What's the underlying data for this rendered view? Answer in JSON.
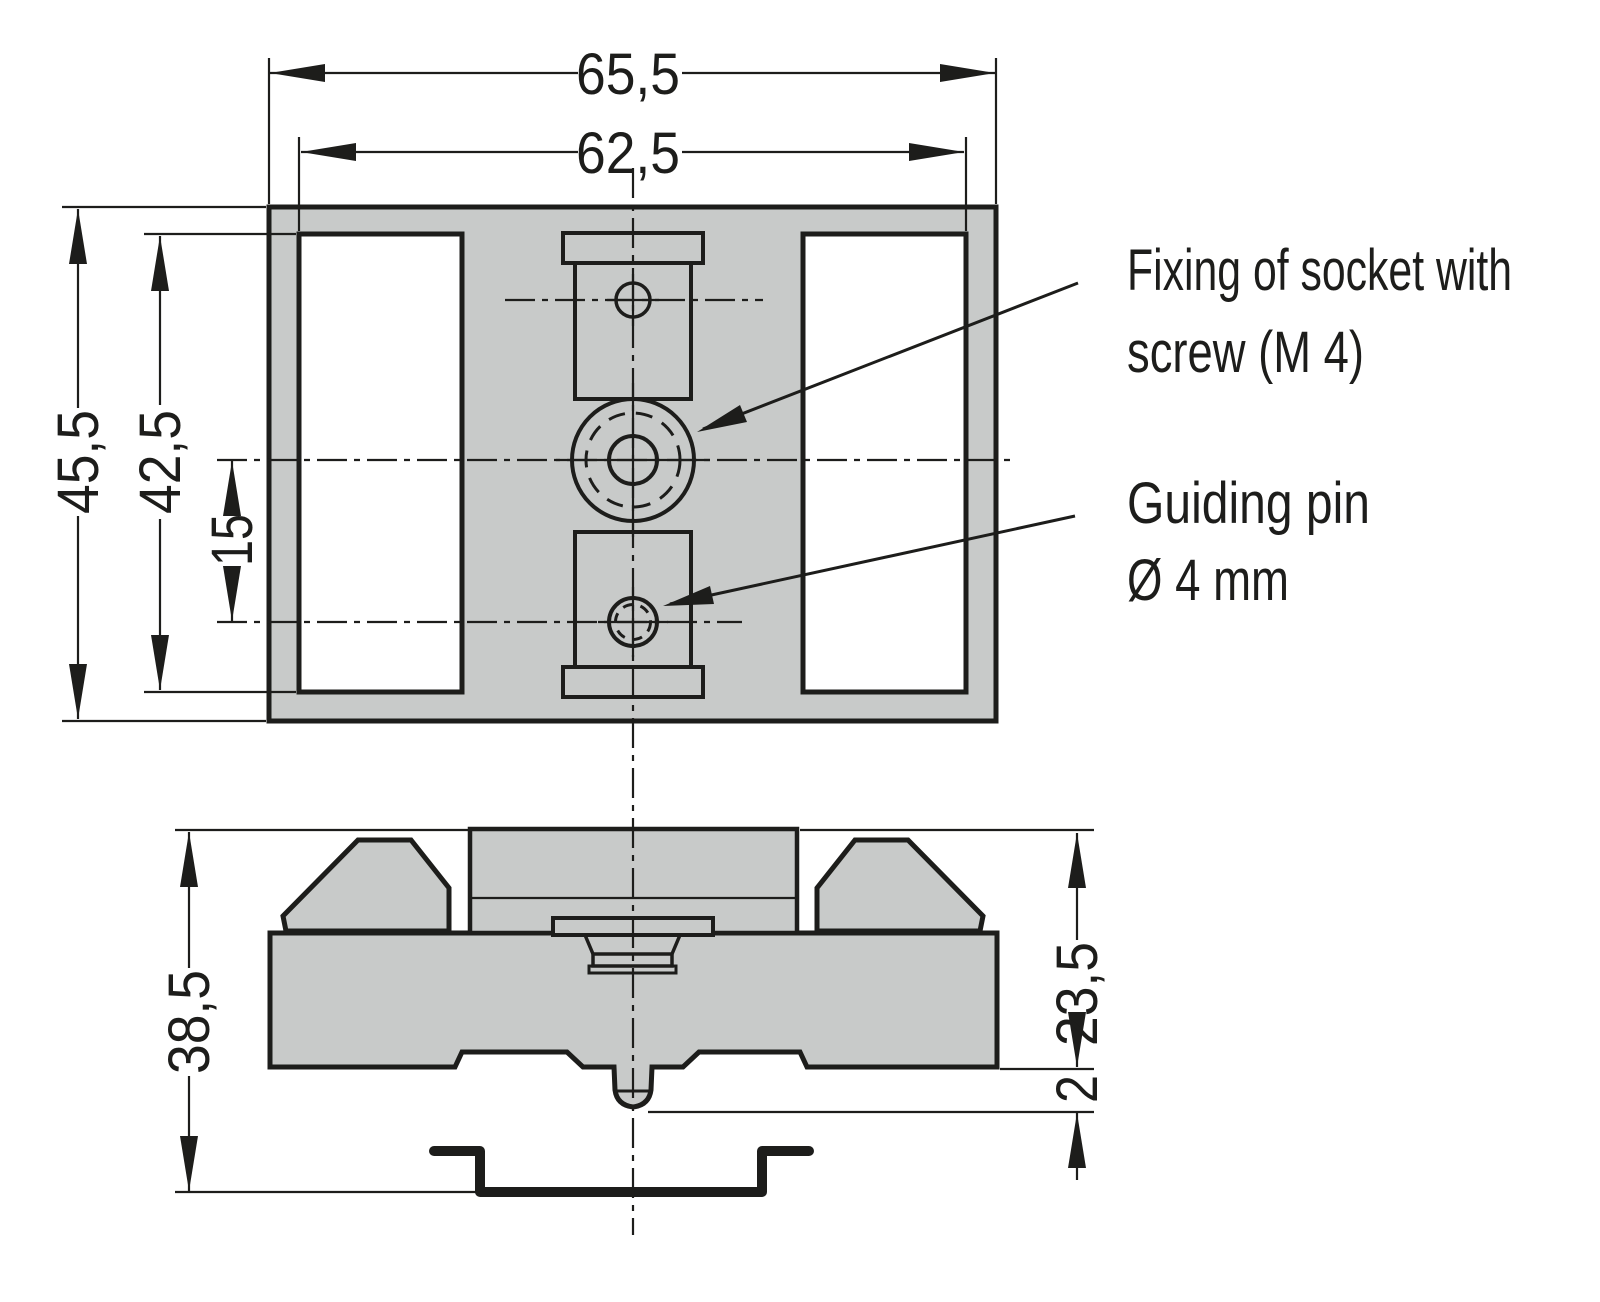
{
  "drawing": {
    "type": "technical-dimension-drawing",
    "colors": {
      "line": "#1d1d1b",
      "part_fill": "#c8cac9",
      "background": "#ffffff"
    },
    "top_view": {
      "dim_width_outer": "65,5",
      "dim_width_inner": "62,5",
      "dim_height_outer": "45,5",
      "dim_height_inner": "42,5",
      "dim_pin_offset": "15"
    },
    "side_view": {
      "dim_height_total": "38,5",
      "dim_height_body": "23,5",
      "dim_pin_protrusion": "2"
    },
    "annotations": {
      "fixing_line1": "Fixing of socket with",
      "fixing_line2": "screw (M 4)",
      "guiding_line1": "Guiding pin",
      "guiding_line2": "Ø 4 mm"
    }
  }
}
